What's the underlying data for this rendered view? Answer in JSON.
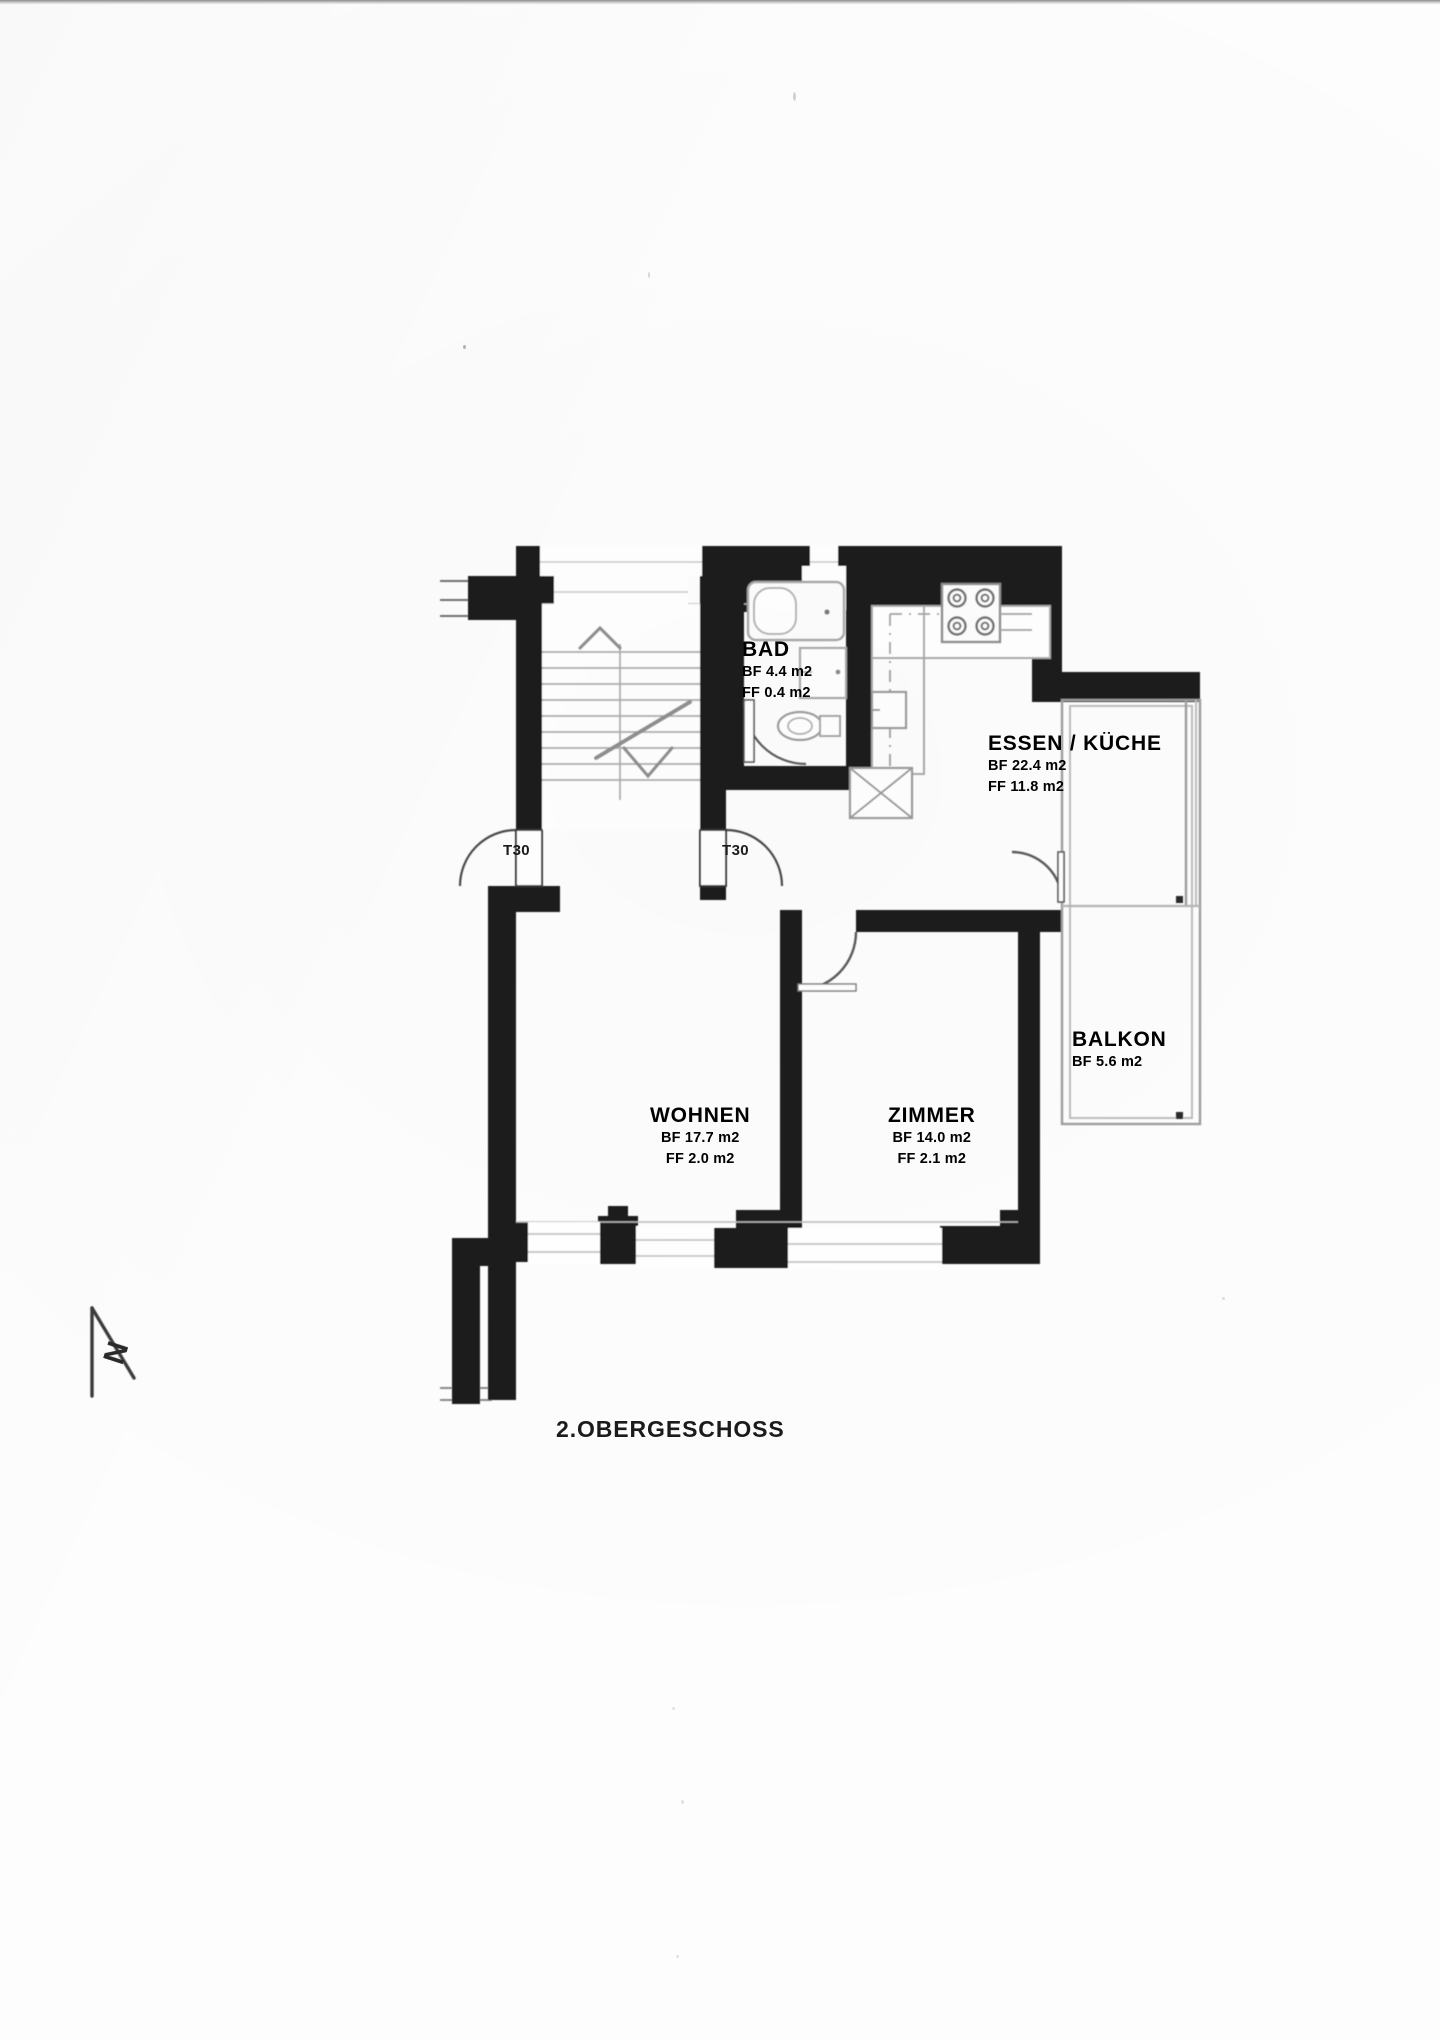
{
  "document": {
    "type": "architectural-floor-plan",
    "floor_title": "2.OBERGESCHOSS",
    "language": "de",
    "ink_color": "#1b1b1b",
    "wall_fill": "#1d1d1d",
    "paper_color": "#fdfdfd"
  },
  "north_arrow": {
    "label": "N",
    "points_to": "up-left"
  },
  "rooms": [
    {
      "key": "bad",
      "name": "BAD",
      "bf_label": "BF 4.4 m2",
      "ff_label": "FF 0.4 m2",
      "bf_value": 4.4,
      "ff_value": 0.4,
      "unit": "m2"
    },
    {
      "key": "essen_kueche",
      "name": "ESSEN / KÜCHE",
      "bf_label": "BF 22.4 m2",
      "ff_label": "FF 11.8 m2",
      "bf_value": 22.4,
      "ff_value": 11.8,
      "unit": "m2"
    },
    {
      "key": "balkon",
      "name": "BALKON",
      "bf_label": "BF 5.6 m2",
      "ff_label": "",
      "bf_value": 5.6,
      "ff_value": null,
      "unit": "m2"
    },
    {
      "key": "wohnen",
      "name": "WOHNEN",
      "bf_label": "BF 17.7 m2",
      "ff_label": "FF  2.0 m2",
      "bf_value": 17.7,
      "ff_value": 2.0,
      "unit": "m2"
    },
    {
      "key": "zimmer",
      "name": "ZIMMER",
      "bf_label": "BF 14.0 m2",
      "ff_label": "FF  2.1 m2",
      "bf_value": 14.0,
      "ff_value": 2.1,
      "unit": "m2"
    }
  ],
  "door_tags": [
    {
      "key": "t30_left",
      "label": "T30"
    },
    {
      "key": "t30_right",
      "label": "T30"
    }
  ],
  "fixtures": {
    "bathtub": "bathtub-icon",
    "washbasin": "washbasin-icon",
    "toilet": "toilet-icon",
    "stove": "stove-icon",
    "sink": "kitchen-sink-icon",
    "appliance": "appliance-icon",
    "stair_up_arrow": "stair-up-arrow-icon",
    "stair_down_arrow": "stair-down-arrow-icon"
  }
}
